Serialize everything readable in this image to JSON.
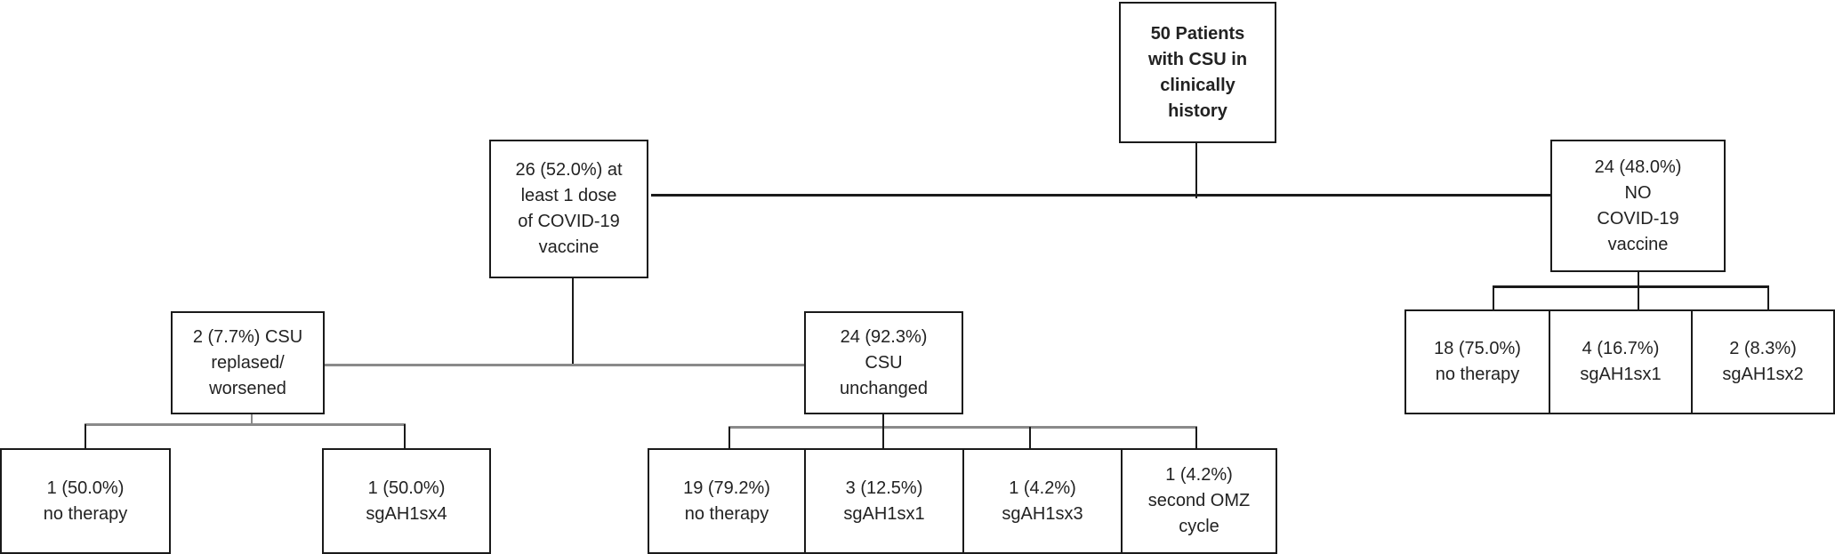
{
  "nodes": {
    "root": [
      "50 Patients",
      "with CSU in",
      "clinically",
      "history"
    ],
    "vaccine": [
      "26 (52.0%) at",
      "least 1 dose",
      "of COVID-19",
      "vaccine"
    ],
    "no_vaccine": [
      "24 (48.0%)",
      "NO",
      "COVID-19",
      "vaccine"
    ],
    "relapsed": [
      "2 (7.7%) CSU",
      "replased/",
      "worsened"
    ],
    "unchanged": [
      "24 (92.3%)",
      "CSU",
      "unchanged"
    ],
    "relapsed_no_therapy": [
      "1 (50.0%)",
      "no therapy"
    ],
    "relapsed_sgah4": [
      "1 (50.0%)",
      "sgAH1sx4"
    ],
    "unchanged_no_therapy": [
      "19 (79.2%)",
      "no therapy"
    ],
    "unchanged_sgah1": [
      "3 (12.5%)",
      "sgAH1sx1"
    ],
    "unchanged_sgah3": [
      "1 (4.2%)",
      "sgAH1sx3"
    ],
    "unchanged_omz": [
      "1 (4.2%)",
      "second OMZ",
      "cycle"
    ],
    "novax_no_therapy": [
      "18 (75.0%)",
      "no therapy"
    ],
    "novax_sgah1": [
      "4 (16.7%)",
      "sgAH1sx1"
    ],
    "novax_sgah2": [
      "2 (8.3%)",
      "sgAH1sx2"
    ]
  }
}
